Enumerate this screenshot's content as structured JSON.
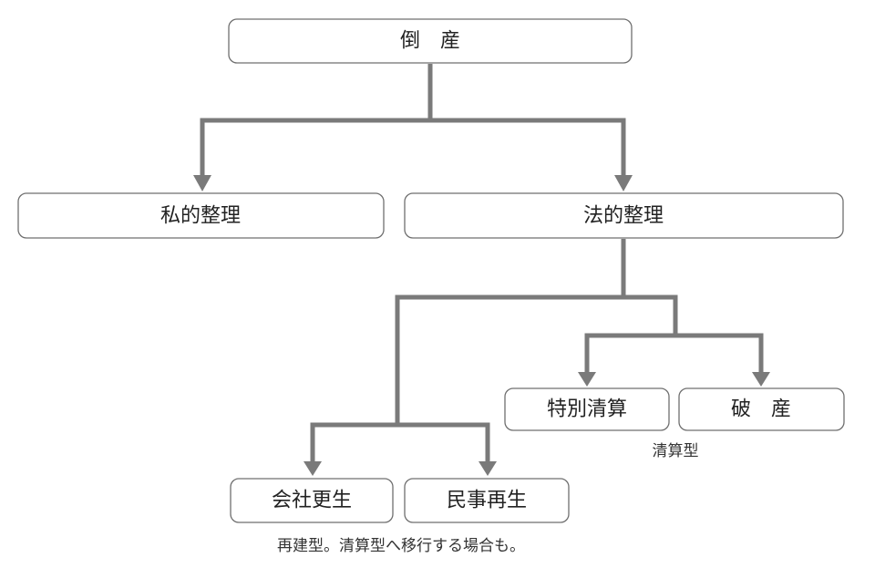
{
  "nodes": {
    "root": "倒　産",
    "private": "私的整理",
    "legal": "法的整理",
    "special": "特別清算",
    "bankruptcy": "破　産",
    "corporate": "会社更生",
    "civil": "民事再生"
  },
  "notes": {
    "liquidation": "清算型",
    "reorganization": "再建型。清算型へ移行する場合も。"
  },
  "colors": {
    "connector": "#7a7a7a",
    "border": "#6f6f6f"
  }
}
